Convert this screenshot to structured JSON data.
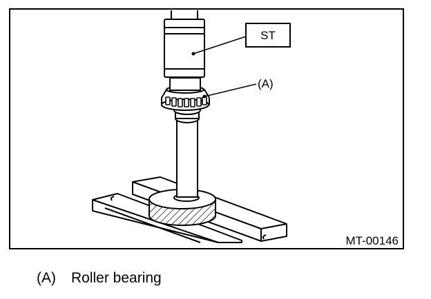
{
  "figure": {
    "tool_label": "ST",
    "part_callout": "(A)",
    "figure_id": "MT-00146"
  },
  "legend": [
    {
      "key": "(A)",
      "label": "Roller bearing"
    }
  ]
}
